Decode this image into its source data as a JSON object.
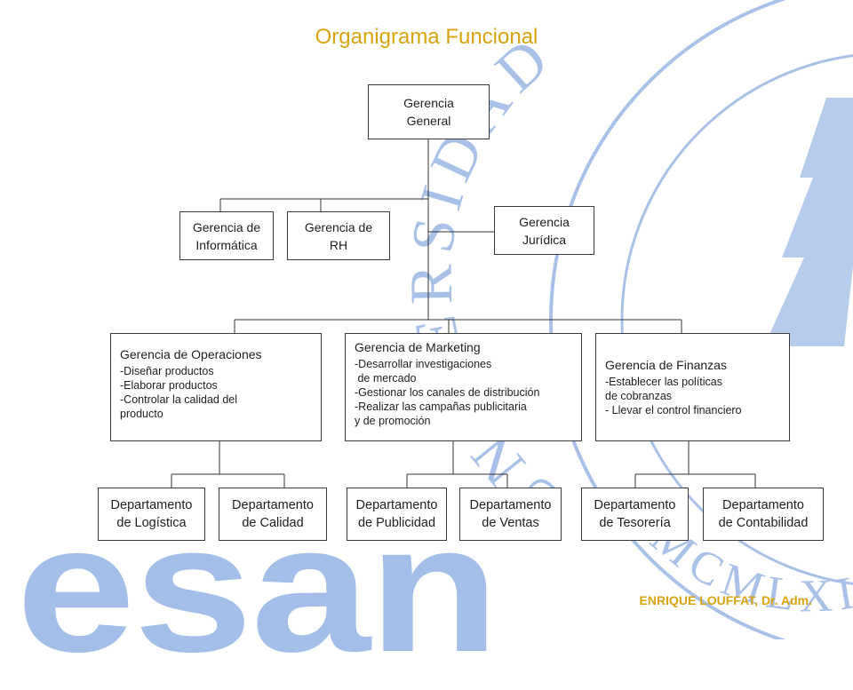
{
  "title": "Organigrama Funcional",
  "background": {
    "seal_text": "UNIVERSIDAD ESAN MCMLXIII",
    "logo_text": "esan"
  },
  "general": [
    "Gerencia",
    "General"
  ],
  "staff": {
    "informatica": [
      "Gerencia de",
      "Informática"
    ],
    "rh": [
      "Gerencia de",
      "RH"
    ],
    "juridica": [
      "Gerencia",
      "Jurídica"
    ]
  },
  "operaciones": {
    "title": "Gerencia  de Operaciones",
    "items": [
      "-Diseñar productos",
      "-Elaborar productos",
      "-Controlar la calidad del",
      "producto"
    ]
  },
  "marketing": {
    "title": "Gerencia  de Marketing",
    "items": [
      "-Desarrollar investigaciones",
      " de mercado",
      "-Gestionar los canales de distribución",
      "-Realizar las campañas publicitaria",
      "y de promoción"
    ]
  },
  "finanzas": {
    "title": "Gerencia de Finanzas",
    "items": [
      "-Establecer las políticas",
      "de cobranzas",
      "- Llevar el control financiero"
    ]
  },
  "departments": {
    "logistica": [
      "Departamento",
      "de Logística"
    ],
    "calidad": [
      "Departamento",
      "de Calidad"
    ],
    "publicidad": [
      "Departamento",
      "de Publicidad"
    ],
    "ventas": [
      "Departamento",
      "de Ventas"
    ],
    "tesoreria": [
      "Departamento",
      "de Tesorería"
    ],
    "contabilidad": [
      "Departamento",
      "de Contabilidad"
    ]
  },
  "signature": "ENRIQUE LOUFFAT, Dr. Adm.",
  "colors": {
    "title": "#d9a30f",
    "logo": "#9ab8e6",
    "seal": "#a9c1e8",
    "lines": "#333333"
  }
}
